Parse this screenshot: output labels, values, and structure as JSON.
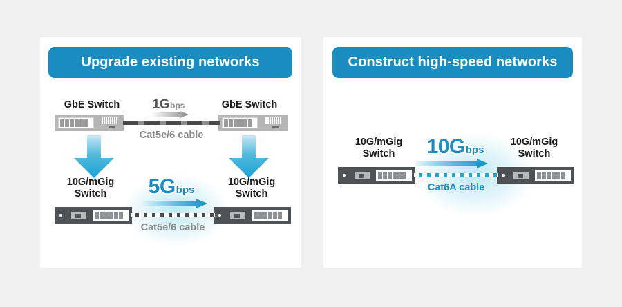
{
  "page": {
    "background_color": "#f0f0f0",
    "card_color": "#ffffff",
    "accent_blue": "#1a8cc0",
    "cable_cyan": "#29a3cf",
    "gray_caption": "#8a8a8a"
  },
  "panels": [
    {
      "id": "left",
      "title": "Upgrade existing networks",
      "before": {
        "left_device_label": "GbE Switch",
        "right_device_label": "GbE Switch",
        "speed_value": "1G",
        "speed_unit": "bps",
        "cable_label": "Cat5e/6 cable"
      },
      "after": {
        "left_device_label": "10G/mGig\nSwitch",
        "right_device_label": "10G/mGig\nSwitch",
        "speed_value": "5G",
        "speed_unit": "bps",
        "cable_label": "Cat5e/6 cable"
      }
    },
    {
      "id": "right",
      "title": "Construct high-speed networks",
      "after": {
        "left_device_label": "10G/mGig\nSwitch",
        "right_device_label": "10G/mGig\nSwitch",
        "speed_value": "10G",
        "speed_unit": "bps",
        "cable_label": "Cat6A cable"
      }
    }
  ]
}
